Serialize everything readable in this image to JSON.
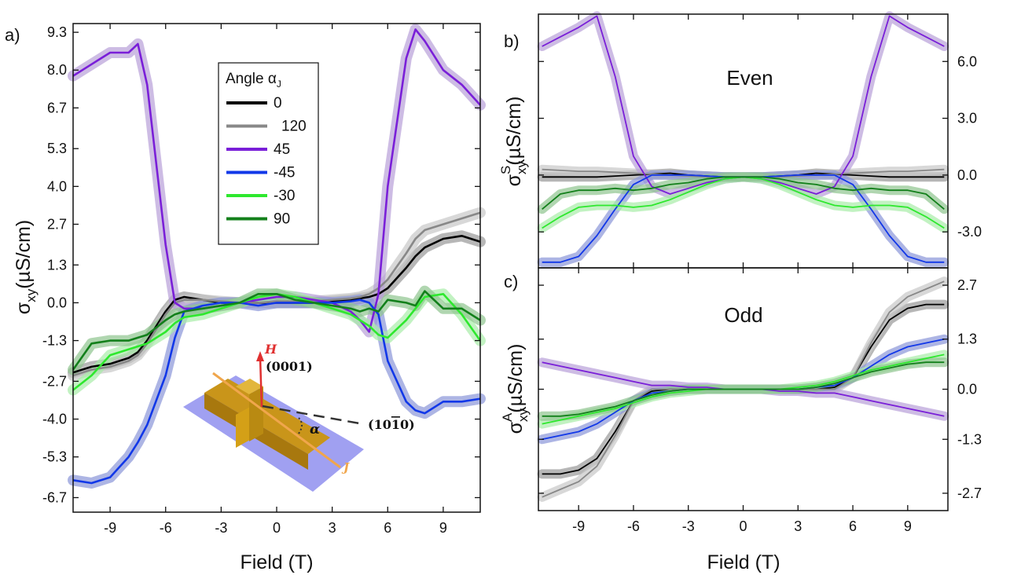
{
  "legend": {
    "title": "Angle α",
    "title_sub": "J",
    "entries": [
      {
        "label": "0",
        "color": "#000000"
      },
      {
        "label": "120",
        "color": "#888888"
      },
      {
        "label": "45",
        "color": "#7a1fd8"
      },
      {
        "label": "-45",
        "color": "#1238e8"
      },
      {
        "label": "-30",
        "color": "#2ee82e"
      },
      {
        "label": "90",
        "color": "#13801b"
      }
    ]
  },
  "inset": {
    "h_label": "H",
    "direction_top": "(0001)",
    "direction_side": "(1010)",
    "angle_label": "α",
    "current_label": "J",
    "sample_color": "#d4a017",
    "substrate_color": "#8f8fef"
  },
  "chart_data": [
    {
      "id": "a",
      "panel_label": "a)",
      "type": "line",
      "xlabel": "Field (T)",
      "ylabel": "σxy(µS/cm)",
      "xlim": [
        -11,
        11
      ],
      "ylim": [
        -7.2,
        9.6
      ],
      "xticks": [
        "-9",
        "-6",
        "-3",
        "0",
        "3",
        "6",
        "9"
      ],
      "xtick_values": [
        -9,
        -6,
        -3,
        0,
        3,
        6,
        9
      ],
      "yticks": [
        "-6.7",
        "-5.3",
        "-4.0",
        "-2.7",
        "-1.3",
        "0.0",
        "1.3",
        "2.7",
        "4.0",
        "5.3",
        "6.7",
        "8.0",
        "9.3"
      ],
      "ytick_values": [
        -6.7,
        -5.3,
        -4.0,
        -2.7,
        -1.3,
        0.0,
        1.3,
        2.7,
        4.0,
        5.3,
        6.7,
        8.0,
        9.3
      ],
      "x": [
        -11,
        -10,
        -9,
        -8,
        -7.5,
        -7,
        -6,
        -5.5,
        -5,
        -4,
        -3,
        -2,
        -1,
        0,
        1,
        2,
        3,
        4,
        4.5,
        5,
        5.5,
        6,
        7,
        7.5,
        8,
        9,
        10,
        11
      ],
      "series": [
        {
          "name": "0",
          "color": "#000000",
          "band": "#999999",
          "values": [
            -2.4,
            -2.2,
            -2.1,
            -1.9,
            -1.7,
            -1.3,
            -0.3,
            0.1,
            0.2,
            0.1,
            0.0,
            0.0,
            0.0,
            0.0,
            0.0,
            0.0,
            0.05,
            0.1,
            0.15,
            0.2,
            0.3,
            0.5,
            1.2,
            1.6,
            1.9,
            2.2,
            2.3,
            2.1
          ]
        },
        {
          "name": "120",
          "color": "#888888",
          "band": "#c8c8c8",
          "values": [
            -2.5,
            -2.3,
            -2.2,
            -2.0,
            -1.8,
            -1.4,
            -0.4,
            0.0,
            0.1,
            0.1,
            0.05,
            0.0,
            0.0,
            0.05,
            0.05,
            0.05,
            0.1,
            0.15,
            0.2,
            0.3,
            0.5,
            0.8,
            1.7,
            2.2,
            2.5,
            2.7,
            2.9,
            3.1
          ]
        },
        {
          "name": "45",
          "color": "#7a1fd8",
          "band": "#b8a0d8",
          "values": [
            7.8,
            8.2,
            8.6,
            8.6,
            8.9,
            7.5,
            2.0,
            0.0,
            -0.2,
            -0.2,
            -0.1,
            0.0,
            0.1,
            0.2,
            0.2,
            0.1,
            0.0,
            -0.3,
            -0.6,
            -1.0,
            0.3,
            4.0,
            8.4,
            9.4,
            9.0,
            8.0,
            7.5,
            6.8
          ]
        },
        {
          "name": "-45",
          "color": "#1238e8",
          "band": "#8a96d8",
          "values": [
            -6.1,
            -6.2,
            -6.0,
            -5.3,
            -4.8,
            -4.2,
            -2.5,
            -1.2,
            -0.3,
            -0.1,
            0.0,
            0.0,
            -0.1,
            0.0,
            0.0,
            0.0,
            0.0,
            0.05,
            0.1,
            0.0,
            -0.4,
            -2.0,
            -3.4,
            -3.7,
            -3.8,
            -3.4,
            -3.4,
            -3.3
          ]
        },
        {
          "name": "-30",
          "color": "#2ee82e",
          "band": "#a8eca8",
          "values": [
            -3.0,
            -2.5,
            -1.8,
            -1.6,
            -1.5,
            -1.4,
            -1.0,
            -0.7,
            -0.5,
            -0.4,
            -0.2,
            0.0,
            0.2,
            0.3,
            0.2,
            0.0,
            -0.2,
            -0.4,
            -0.6,
            -0.8,
            -1.1,
            -1.2,
            -0.6,
            -0.2,
            0.2,
            0.3,
            -0.4,
            -1.3
          ]
        },
        {
          "name": "90",
          "color": "#13801b",
          "band": "#8fc48f",
          "values": [
            -2.3,
            -1.4,
            -1.3,
            -1.3,
            -1.2,
            -1.1,
            -0.6,
            -0.4,
            -0.3,
            -0.2,
            -0.1,
            0.0,
            0.3,
            0.3,
            0.1,
            0.0,
            -0.1,
            -0.2,
            -0.3,
            -0.2,
            -0.3,
            0.1,
            0.0,
            -0.1,
            0.4,
            -0.2,
            -0.2,
            -0.6
          ]
        }
      ]
    },
    {
      "id": "b",
      "panel_label": "b)",
      "annotation": "Even",
      "type": "line",
      "ylabel": "σxy^S(µS/cm)",
      "xlim": [
        -11.2,
        11.2
      ],
      "ylim": [
        -4.9,
        8.5
      ],
      "yticks": [
        "-3.0",
        "0.0",
        "3.0",
        "6.0"
      ],
      "ytick_values": [
        -3.0,
        0.0,
        3.0,
        6.0
      ],
      "x": [
        -11,
        -10,
        -9,
        -8,
        -7,
        -6,
        -5,
        -4,
        -3,
        -2,
        -1,
        0,
        1,
        2,
        3,
        4,
        5,
        6,
        7,
        8,
        9,
        10,
        11
      ],
      "series": [
        {
          "name": "0",
          "color": "#000000",
          "band": "#999999",
          "values": [
            -0.1,
            -0.1,
            -0.1,
            -0.1,
            -0.05,
            0.0,
            0.05,
            0.1,
            0.0,
            -0.05,
            -0.1,
            -0.1,
            -0.1,
            -0.05,
            0.0,
            0.1,
            0.05,
            0.0,
            -0.05,
            -0.1,
            -0.1,
            -0.1,
            -0.1
          ]
        },
        {
          "name": "120",
          "color": "#888888",
          "band": "#c8c8c8",
          "values": [
            0.3,
            0.25,
            0.2,
            0.2,
            0.15,
            0.1,
            0.05,
            0.0,
            -0.05,
            -0.1,
            -0.1,
            -0.1,
            -0.1,
            -0.1,
            -0.05,
            0.0,
            0.05,
            0.1,
            0.15,
            0.2,
            0.2,
            0.25,
            0.3
          ]
        },
        {
          "name": "45",
          "color": "#7a1fd8",
          "band": "#b8a0d8",
          "values": [
            6.8,
            7.3,
            7.8,
            8.4,
            5.2,
            1.0,
            -0.6,
            -1.0,
            -0.7,
            -0.4,
            -0.2,
            -0.1,
            -0.2,
            -0.4,
            -0.7,
            -1.0,
            -0.6,
            1.0,
            5.2,
            8.4,
            7.8,
            7.3,
            6.8
          ]
        },
        {
          "name": "-45",
          "color": "#1238e8",
          "band": "#8a96d8",
          "values": [
            -4.6,
            -4.6,
            -4.3,
            -3.2,
            -1.8,
            -0.5,
            0.0,
            0.0,
            0.0,
            -0.05,
            -0.1,
            -0.1,
            -0.1,
            -0.05,
            0.0,
            0.0,
            0.0,
            -0.5,
            -1.8,
            -3.2,
            -4.3,
            -4.6,
            -4.6
          ]
        },
        {
          "name": "-30",
          "color": "#2ee82e",
          "band": "#a8eca8",
          "values": [
            -2.8,
            -2.2,
            -1.7,
            -1.6,
            -1.6,
            -1.7,
            -1.6,
            -1.3,
            -0.9,
            -0.5,
            -0.2,
            -0.1,
            -0.2,
            -0.5,
            -0.9,
            -1.3,
            -1.6,
            -1.7,
            -1.6,
            -1.6,
            -1.7,
            -2.2,
            -2.8
          ]
        },
        {
          "name": "90",
          "color": "#13801b",
          "band": "#8fc48f",
          "values": [
            -1.8,
            -1.0,
            -0.8,
            -0.8,
            -0.7,
            -0.8,
            -0.7,
            -0.5,
            -0.4,
            -0.2,
            -0.1,
            -0.1,
            -0.1,
            -0.2,
            -0.4,
            -0.5,
            -0.7,
            -0.8,
            -0.7,
            -0.8,
            -0.8,
            -1.0,
            -1.8
          ]
        }
      ]
    },
    {
      "id": "c",
      "panel_label": "c)",
      "annotation": "Odd",
      "type": "line",
      "xlabel": "Field (T)",
      "ylabel": "σxy^A(µS/cm)",
      "xlim": [
        -11.2,
        11.2
      ],
      "ylim": [
        -3.15,
        3.15
      ],
      "xticks": [
        "-9",
        "-6",
        "-3",
        "0",
        "3",
        "6",
        "9"
      ],
      "xtick_values": [
        -9,
        -6,
        -3,
        0,
        3,
        6,
        9
      ],
      "yticks": [
        "-2.7",
        "-1.3",
        "0.0",
        "1.3",
        "2.7"
      ],
      "ytick_values": [
        -2.7,
        -1.3,
        0.0,
        1.3,
        2.7
      ],
      "x": [
        -11,
        -10,
        -9,
        -8,
        -7,
        -6,
        -5,
        -4,
        -3,
        -2,
        -1,
        0,
        1,
        2,
        3,
        4,
        5,
        6,
        7,
        8,
        9,
        10,
        11
      ],
      "series": [
        {
          "name": "0",
          "color": "#000000",
          "band": "#999999",
          "values": [
            -2.2,
            -2.2,
            -2.1,
            -1.8,
            -1.1,
            -0.3,
            -0.05,
            0.0,
            0.0,
            0.0,
            0.0,
            0.0,
            0.0,
            0.0,
            0.0,
            0.0,
            0.05,
            0.3,
            1.1,
            1.8,
            2.1,
            2.2,
            2.2
          ]
        },
        {
          "name": "120",
          "color": "#888888",
          "band": "#c8c8c8",
          "values": [
            -2.8,
            -2.6,
            -2.4,
            -2.0,
            -1.2,
            -0.3,
            0.0,
            0.0,
            0.0,
            0.0,
            0.0,
            0.0,
            0.0,
            0.0,
            0.0,
            0.0,
            0.0,
            0.3,
            1.2,
            2.0,
            2.4,
            2.6,
            2.8
          ]
        },
        {
          "name": "45",
          "color": "#7a1fd8",
          "band": "#b8a0d8",
          "values": [
            0.7,
            0.6,
            0.5,
            0.4,
            0.3,
            0.2,
            0.1,
            0.1,
            0.05,
            0.05,
            0.0,
            0.0,
            0.0,
            -0.05,
            -0.05,
            -0.1,
            -0.1,
            -0.2,
            -0.3,
            -0.4,
            -0.5,
            -0.6,
            -0.7
          ]
        },
        {
          "name": "-45",
          "color": "#1238e8",
          "band": "#8a96d8",
          "values": [
            -1.3,
            -1.2,
            -1.1,
            -0.9,
            -0.6,
            -0.3,
            -0.1,
            -0.05,
            0.0,
            0.0,
            0.0,
            0.0,
            0.0,
            0.0,
            0.0,
            0.05,
            0.1,
            0.3,
            0.6,
            0.9,
            1.1,
            1.2,
            1.3
          ]
        },
        {
          "name": "-30",
          "color": "#2ee82e",
          "band": "#a8eca8",
          "values": [
            -0.9,
            -0.8,
            -0.7,
            -0.6,
            -0.5,
            -0.35,
            -0.2,
            -0.1,
            -0.05,
            0.0,
            0.0,
            0.0,
            0.0,
            0.0,
            0.05,
            0.1,
            0.2,
            0.35,
            0.5,
            0.6,
            0.7,
            0.8,
            0.9
          ]
        },
        {
          "name": "90",
          "color": "#13801b",
          "band": "#8fc48f",
          "values": [
            -0.7,
            -0.7,
            -0.65,
            -0.55,
            -0.45,
            -0.3,
            -0.15,
            -0.05,
            0.0,
            0.0,
            0.0,
            0.0,
            0.0,
            0.0,
            0.0,
            0.05,
            0.15,
            0.3,
            0.45,
            0.55,
            0.65,
            0.7,
            0.7
          ]
        }
      ]
    }
  ]
}
